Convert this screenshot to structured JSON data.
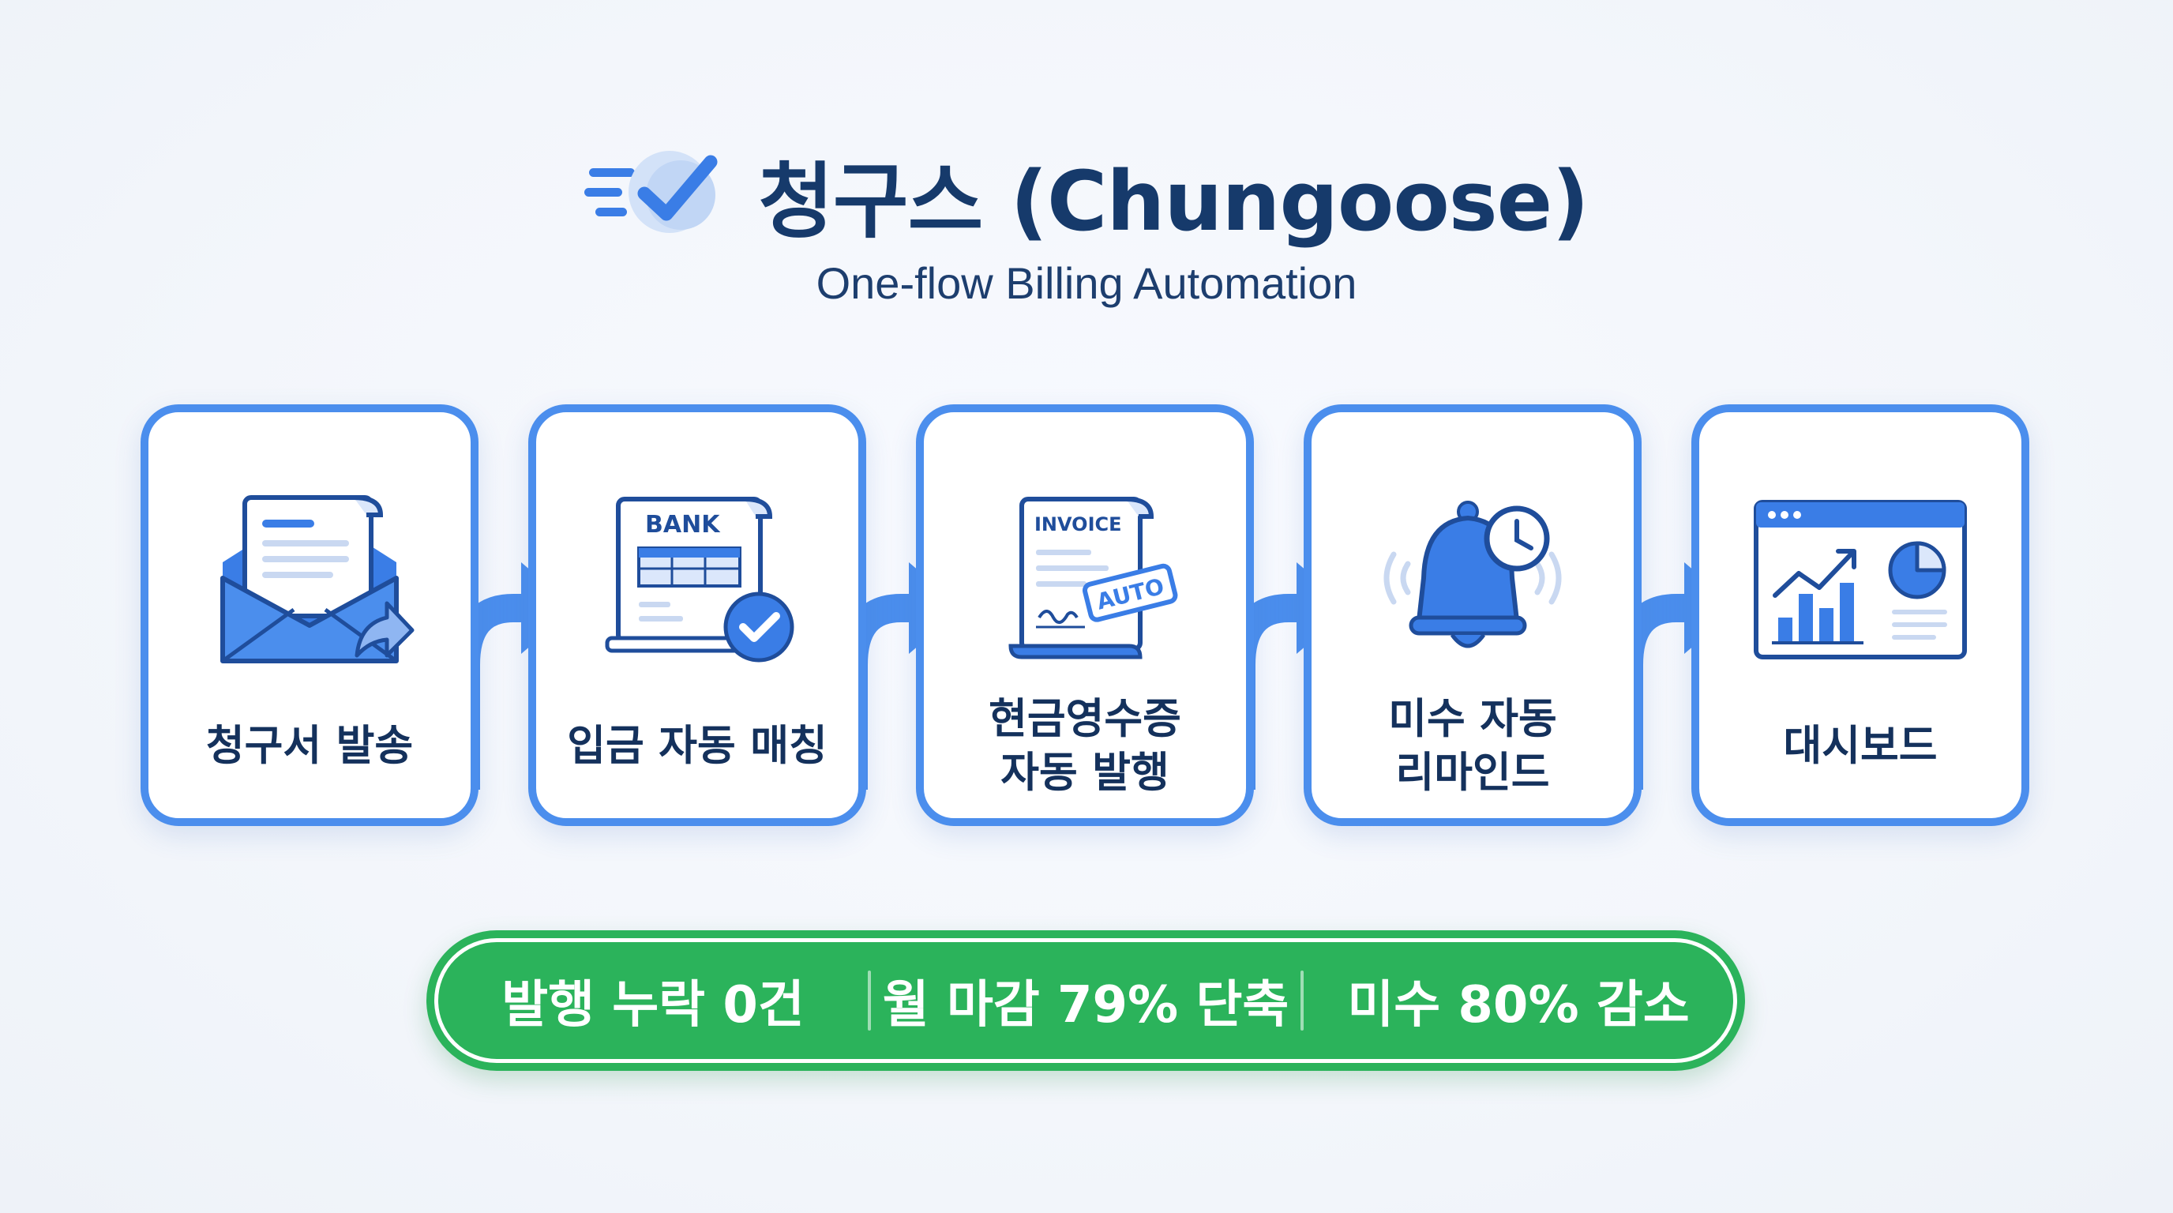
{
  "header": {
    "title": "청구스 (Chungoose)",
    "tagline": "One-flow Billing Automation",
    "logo_icon": "check-speed-logo-icon"
  },
  "steps": [
    {
      "label": "청구서 발송",
      "icon": "envelope-send-icon"
    },
    {
      "label": "입금 자동 매칭",
      "icon": "bank-ledger-check-icon",
      "icon_text": "BANK"
    },
    {
      "label": "현금영수증\n자동 발행",
      "icon": "invoice-auto-stamp-icon",
      "icon_text": "INVOICE",
      "stamp_text": "AUTO"
    },
    {
      "label": "미수 자동\n리마인드",
      "icon": "bell-clock-icon"
    },
    {
      "label": "대시보드",
      "icon": "dashboard-chart-icon"
    }
  ],
  "kpis": [
    {
      "text": "발행 누락 0건"
    },
    {
      "text": "월 마감 79% 단축"
    },
    {
      "text": "미수 80% 감소"
    }
  ],
  "colors": {
    "card_border": "#4b8eed",
    "connector": "#4b8eed",
    "icon_fill": "#3a7de6",
    "title_text": "#163a6b",
    "kpi_bar": "#2bb35b",
    "background": "#f3f6fb"
  }
}
